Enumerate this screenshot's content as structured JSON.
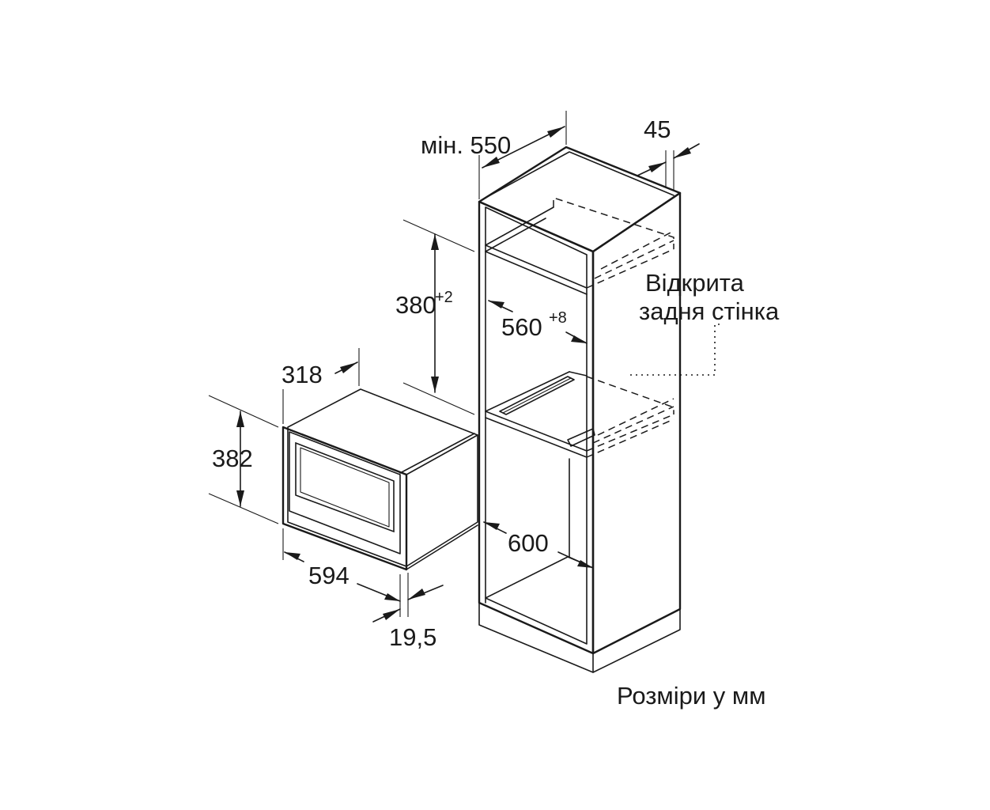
{
  "diagram": {
    "cabinet": {
      "depth_label": "мін. 550",
      "offset_label": "45",
      "niche_height": {
        "value": "380",
        "tolerance": "+2"
      },
      "niche_width": {
        "value": "560",
        "tolerance": "+8"
      },
      "cabinet_width": "600",
      "open_back_note": [
        "Відкрита",
        "задня стінка"
      ]
    },
    "appliance": {
      "depth": "318",
      "height": "382",
      "width": "594",
      "panel_thickness": "19,5"
    },
    "caption": "Розміри у мм",
    "colors": {
      "line": "#1a1a1a",
      "background": "#ffffff"
    }
  }
}
